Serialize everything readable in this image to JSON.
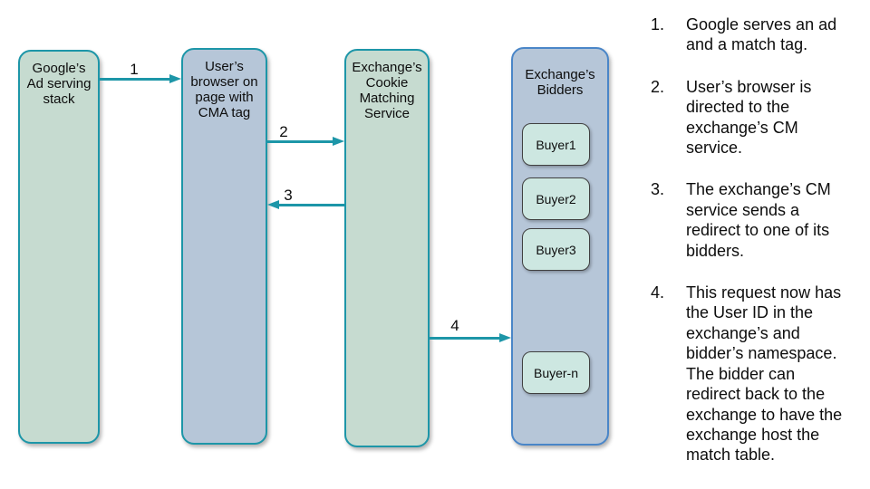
{
  "diagram": {
    "nodes": [
      {
        "id": "google-ad-stack",
        "label": "Google’s\nAd serving\nstack"
      },
      {
        "id": "user-browser",
        "label": "User’s\nbrowser on\npage with\nCMA tag"
      },
      {
        "id": "cookie-matching-service",
        "label": "Exchange’s\nCookie\nMatching\nService"
      },
      {
        "id": "exchange-bidders",
        "label": "Exchange’s\nBidders",
        "children": [
          "Buyer1",
          "Buyer2",
          "Buyer3",
          "Buyer-n"
        ]
      }
    ],
    "arrows": [
      {
        "label": "1",
        "from": "google-ad-stack",
        "to": "user-browser",
        "direction": "right"
      },
      {
        "label": "2",
        "from": "user-browser",
        "to": "cookie-matching-service",
        "direction": "right"
      },
      {
        "label": "3",
        "from": "cookie-matching-service",
        "to": "user-browser",
        "direction": "left"
      },
      {
        "label": "4",
        "from": "cookie-matching-service",
        "to": "exchange-bidders",
        "direction": "right"
      }
    ],
    "colors": {
      "green_node_fill": "#c6dbd0",
      "bluegrey_node_fill": "#b6c6d8",
      "buyer_fill": "#cde7e1",
      "teal_border_and_arrows": "#1d96a8",
      "bidders_blue_border": "#4a86c8",
      "buyer_border": "#404040",
      "text": "#0d0d0d"
    }
  },
  "notes": [
    {
      "number": "1.",
      "text": "Google serves an ad and a match tag."
    },
    {
      "number": "2.",
      "text": "User’s browser is directed to the exchange’s CM service."
    },
    {
      "number": "3.",
      "text": "The exchange’s CM service sends a redirect to one of its bidders."
    },
    {
      "number": "4.",
      "text": "This request now has the User ID in the exchange’s and bidder’s namespace. The bidder can redirect back to the exchange to have the exchange host the match table."
    }
  ]
}
